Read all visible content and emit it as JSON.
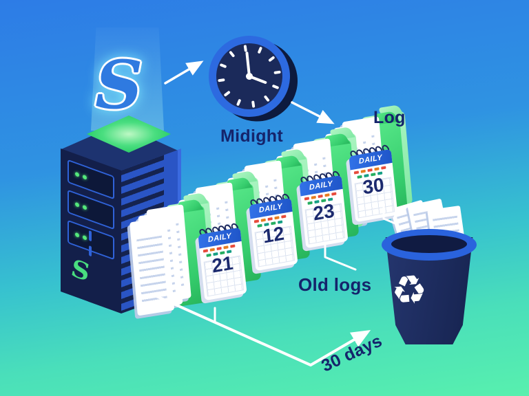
{
  "labels": {
    "midnight": "Midight",
    "log": "Log",
    "old_logs": "Old logs",
    "retention": "30 days"
  },
  "calendars": [
    {
      "header": "DAILY",
      "day": "21"
    },
    {
      "header": "DAILY",
      "day": "12"
    },
    {
      "header": "DAILY",
      "day": "23"
    },
    {
      "header": "DAILY",
      "day": "30"
    }
  ],
  "icons": {
    "logo_glyph": "S",
    "recycle_glyph": "♻"
  },
  "colors": {
    "background_top": "#2d7ce6",
    "background_bottom": "#58f0ae",
    "navy_text": "#15246b",
    "accent_blue": "#2a63dd",
    "server_dark": "#131f4a",
    "server_blue": "#2a55c5",
    "led_green": "#54e87c",
    "folder_green": "#35cc6c",
    "glow_green": "#4ade80",
    "calendar_header_blue": "#3272e8",
    "square_red": "#e74c3c",
    "square_orange": "#e67e22",
    "square_green": "#27ae60",
    "square_teal": "#16a085"
  }
}
